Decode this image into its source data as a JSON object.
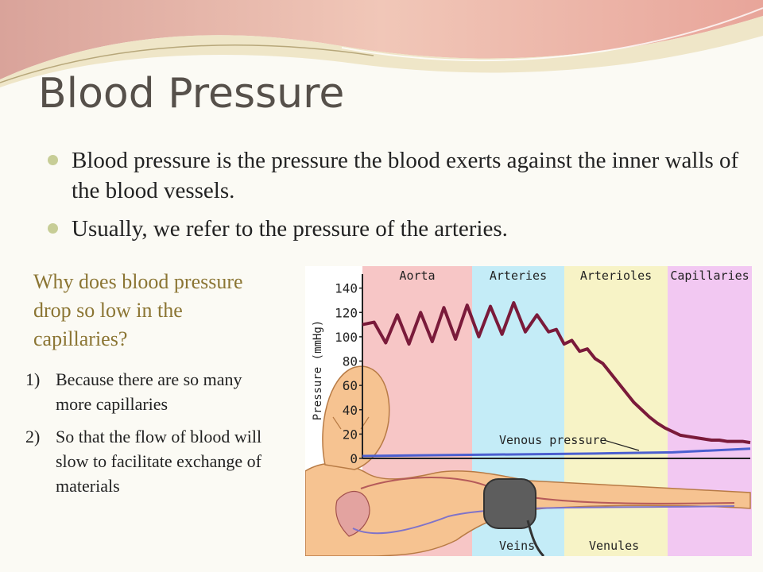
{
  "slide": {
    "title": "Blood Pressure",
    "bullets": [
      "Blood pressure is the pressure the blood exerts against the inner walls of the blood vessels.",
      "Usually, we refer to the pressure of the arteries."
    ],
    "question": "Why does blood pressure drop so low in the capillaries?",
    "answers": [
      {
        "num": "1)",
        "text": "Because there are so many more capillaries"
      },
      {
        "num": "2)",
        "text": "So that the flow of blood will slow to facilitate exchange of materials"
      }
    ],
    "colors": {
      "title": "#56504a",
      "question": "#8b7533",
      "bullet": "#c7cd96"
    }
  },
  "chart_data": {
    "type": "line",
    "ylabel": "Pressure (mmHg)",
    "ylim": [
      0,
      145
    ],
    "yticks": [
      0,
      20,
      40,
      60,
      80,
      100,
      120,
      140
    ],
    "zones": [
      {
        "label": "Aorta",
        "color": "#f7c6c6"
      },
      {
        "label": "Arteries",
        "color": "#c4ecf7"
      },
      {
        "label": "Arterioles",
        "color": "#f7f3c6"
      },
      {
        "label": "Capillaries",
        "color": "#f2c8f2"
      }
    ],
    "bottom_labels": [
      "Veins",
      "Venules"
    ],
    "annotation": "Venous pressure",
    "series": [
      {
        "name": "",
        "color": "#7a1a3a",
        "x": [
          0,
          0.03,
          0.06,
          0.09,
          0.12,
          0.15,
          0.18,
          0.21,
          0.24,
          0.27,
          0.3,
          0.33,
          0.36,
          0.39,
          0.42,
          0.45,
          0.48,
          0.5,
          0.52,
          0.54,
          0.56,
          0.58,
          0.6,
          0.62,
          0.64,
          0.66,
          0.68,
          0.7,
          0.72,
          0.74,
          0.76,
          0.78,
          0.8,
          0.82,
          0.84,
          0.86,
          0.88,
          0.9,
          0.92,
          0.94,
          0.96,
          0.98,
          1.0
        ],
        "y": [
          110,
          112,
          95,
          118,
          94,
          120,
          96,
          124,
          98,
          126,
          100,
          125,
          102,
          128,
          104,
          118,
          104,
          106,
          94,
          97,
          88,
          90,
          82,
          78,
          70,
          62,
          54,
          46,
          40,
          34,
          29,
          25,
          22,
          19,
          18,
          17,
          16,
          15,
          15,
          14,
          14,
          14,
          13
        ]
      },
      {
        "name": "",
        "color": "#4b5fd0",
        "x": [
          0,
          0.3,
          0.6,
          0.8,
          1.0
        ],
        "y": [
          2,
          3,
          4,
          5,
          8
        ]
      }
    ]
  }
}
